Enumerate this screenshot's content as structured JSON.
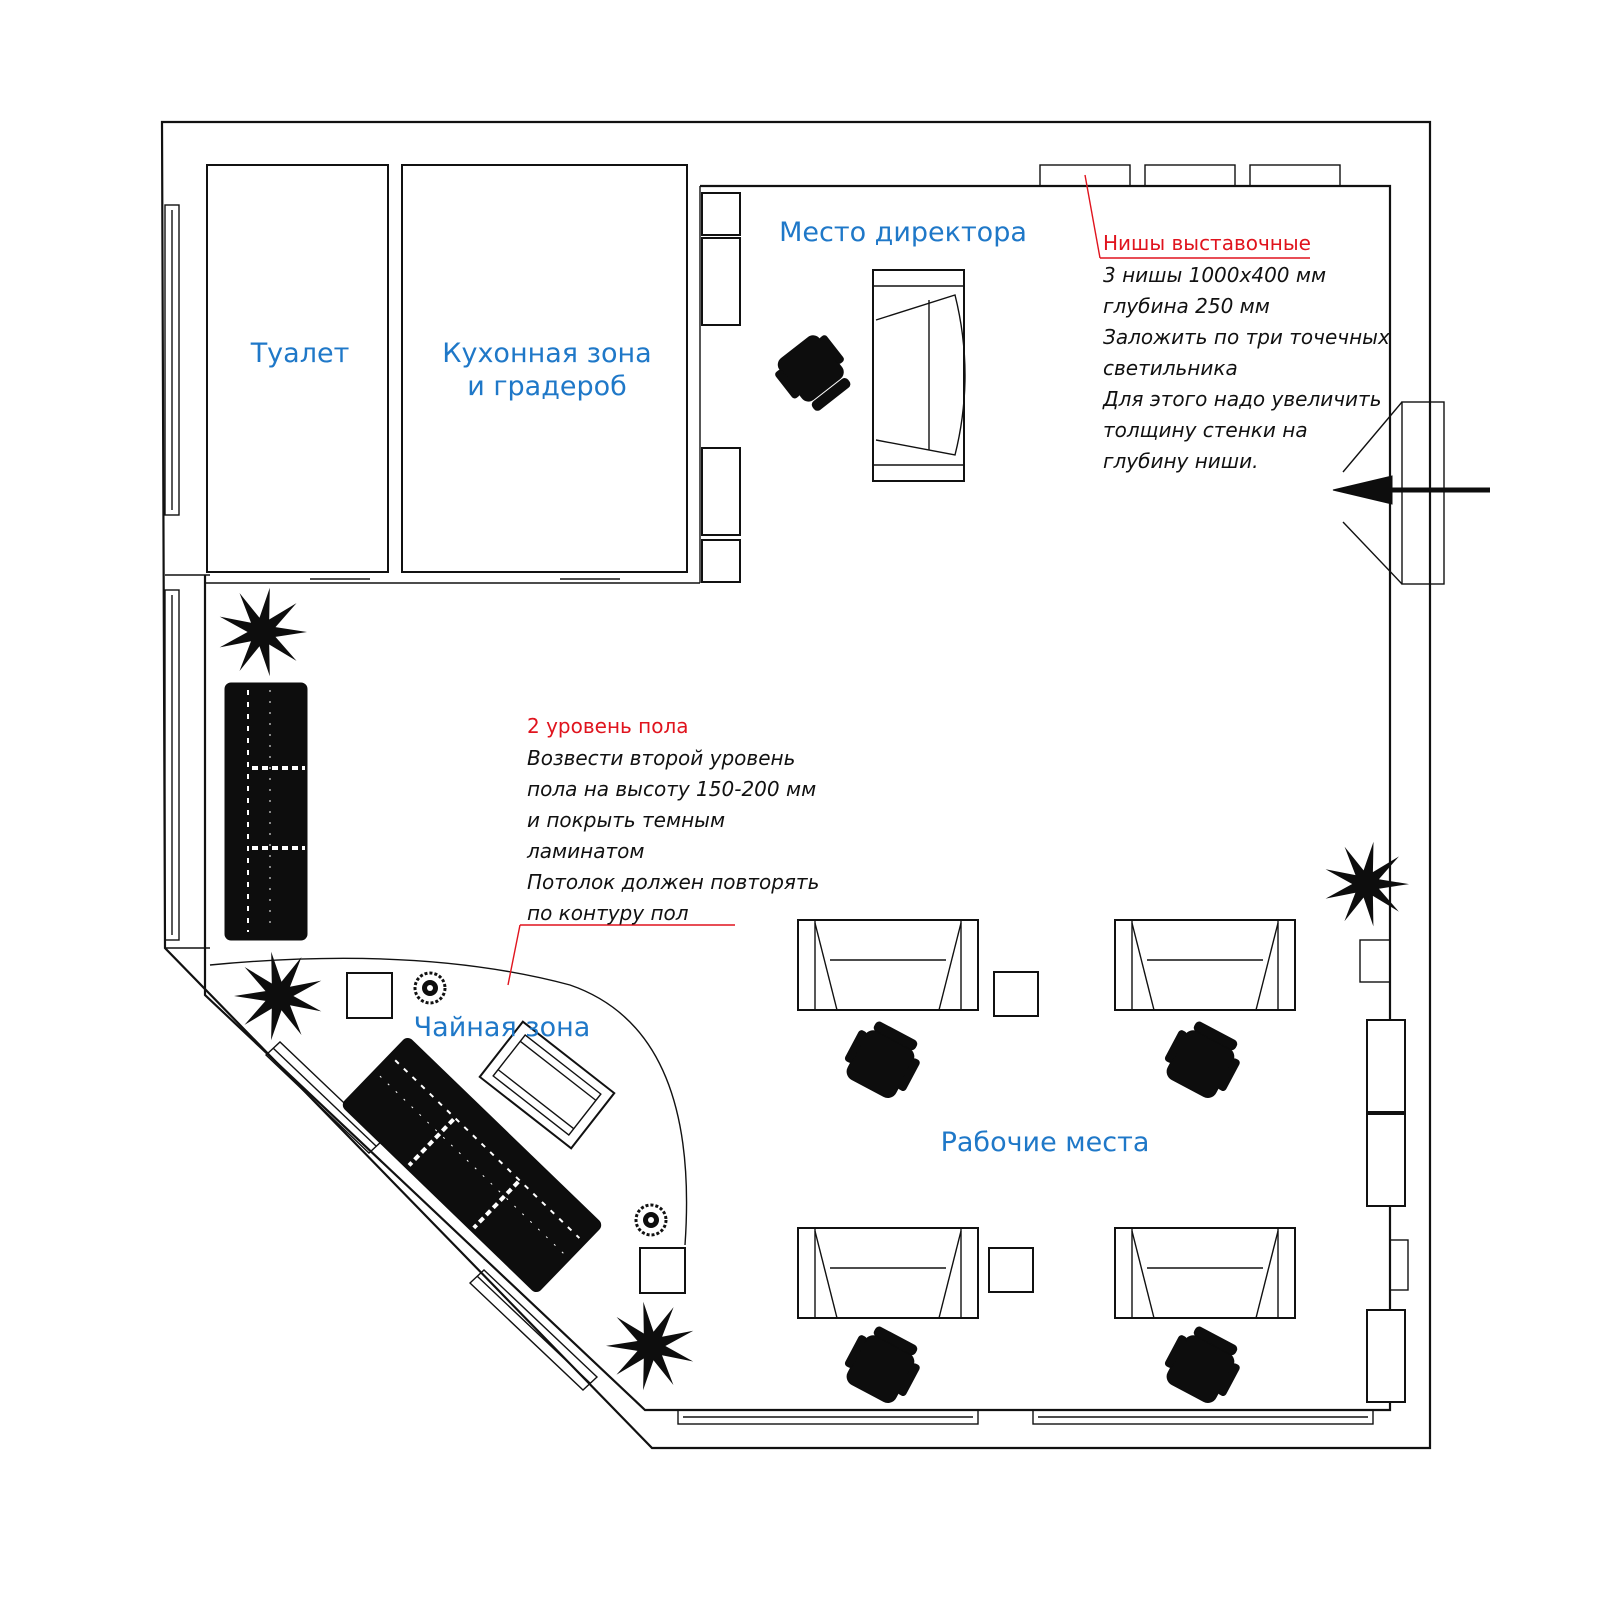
{
  "rooms": {
    "toilet": "Туалет",
    "kitchen_line1": "Кухонная зона",
    "kitchen_line2": "и градероб",
    "director": "Место директора",
    "tea": "Чайная зона",
    "workplaces": "Рабочие места"
  },
  "notes": {
    "niches": {
      "title": "Нишы выставочные",
      "lines": [
        "3 нишы 1000х400 мм",
        "глубина 250 мм",
        "Заложить по три точечных",
        "светильника",
        "Для этого надо увеличить",
        "толщину стенки на",
        "глубину ниши."
      ]
    },
    "floor": {
      "title": "2 уровень пола",
      "lines": [
        "Возвести второй уровень",
        "пола на высоту 150-200 мм",
        "и покрыть темным",
        "ламинатом",
        "Потолок должен повторять",
        "по контуру пол"
      ]
    }
  },
  "colors": {
    "label_blue": "#1f78c8",
    "note_red": "#e0141e",
    "ink": "#111111"
  },
  "icons": [
    "entrance-arrow-icon",
    "plant-icon",
    "office-chair-icon",
    "sofa-icon",
    "desk-icon",
    "vase-icon"
  ]
}
